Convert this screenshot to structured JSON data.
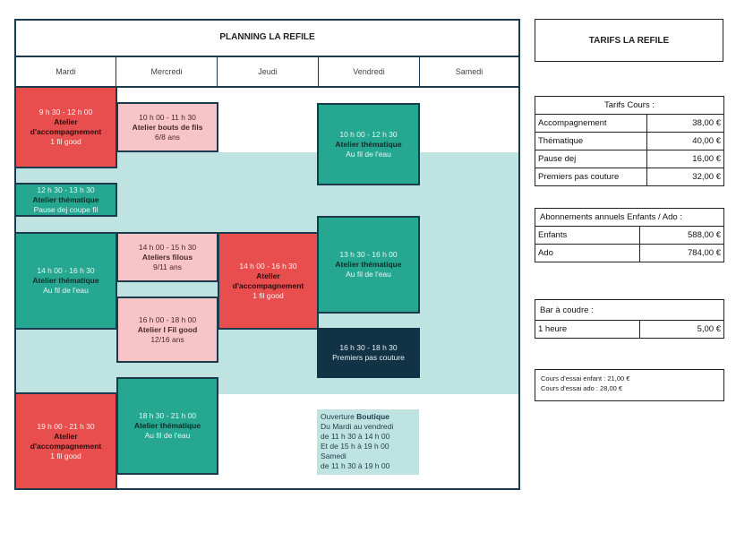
{
  "planning": {
    "title": "PLANNING LA REFILE",
    "days": [
      "Mardi",
      "Mercredi",
      "Jeudi",
      "Vendredi",
      "Samedi"
    ],
    "events": [
      {
        "time": "9 h 30 - 12 h 00",
        "name": "Atelier d'accompagnement",
        "detail": "1 fil good",
        "color": "#e84e4e"
      },
      {
        "time": "10 h 00 - 11 h 30",
        "name": "Atelier bouts de fils",
        "detail": "6/8 ans",
        "color": "#f7c5c7"
      },
      {
        "time": "10 h 00 - 12 h 30",
        "name": "Atelier thématique",
        "detail": "Au fil de l'eau",
        "color": "#26a791"
      },
      {
        "time": "12 h 30 - 13 h 30",
        "name": "Atelier thématique",
        "detail": "Pause dej coupe fil",
        "color": "#26a791"
      },
      {
        "time": "14 h 00 - 16 h 30",
        "name": "Atelier thématique",
        "detail": "Au fil de l'eau",
        "color": "#26a791"
      },
      {
        "time": "14 h 00 - 15 h 30",
        "name": "Ateliers filous",
        "detail": "9/11 ans",
        "color": "#f7c5c7"
      },
      {
        "time": "14 h 00 - 16 h 30",
        "name": "Atelier d'accompagnement",
        "detail": "1 fil good",
        "color": "#e84e4e"
      },
      {
        "time": "13 h 30 - 16 h 00",
        "name": "Atelier thématique",
        "detail": "Au fil de l'eau",
        "color": "#26a791"
      },
      {
        "time": "16 h 00 - 18 h 00",
        "name": "Atelier I Fil good",
        "detail": "12/16 ans",
        "color": "#f7c5c7"
      },
      {
        "time": "16 h 30 - 18 h 30",
        "name": "",
        "detail": "Premiers pas couture",
        "color": "#123246"
      },
      {
        "time": "19 h 00 - 21 h 30",
        "name": "Atelier d'accompagnement",
        "detail": "1 fil good",
        "color": "#e84e4e"
      },
      {
        "time": "18 h 30 - 21 h 00",
        "name": "Atelier thématique",
        "detail": "Au fil de l'eau",
        "color": "#26a791"
      }
    ],
    "boutique": {
      "prefix": "Ouverture ",
      "bold": "Boutique",
      "lines": [
        " Du Mardi au vendredi",
        "de 11 h 30 à 14 h 00",
        "Et de 15 h à 19 h 00",
        "Samedi",
        " de 11 h 30 à 19 h 00"
      ]
    }
  },
  "tarifs": {
    "title": "TARIFS LA REFILE",
    "cours": {
      "header": "Tarifs Cours :",
      "rows": [
        {
          "label": "Accompagnement",
          "price": "38,00  €"
        },
        {
          "label": "Thématique",
          "price": "40,00  €"
        },
        {
          "label": "Pause dej",
          "price": "16,00  €"
        },
        {
          "label": "Premiers pas couture",
          "price": "32,00  €"
        }
      ]
    },
    "abonnements": {
      "header": "Abonnements annuels Enfants / Ado :",
      "rows": [
        {
          "label": "Enfants",
          "price": "588,00  €"
        },
        {
          "label": "Ado",
          "price": "784,00      €"
        }
      ]
    },
    "bar": {
      "header": "Bar à coudre :",
      "rows": [
        {
          "label": "1 heure",
          "price": "5,00  €"
        }
      ]
    },
    "essai": {
      "enfant": "Cours d'essai enfant : 21,00 €",
      "ado": "Cours d'essai ado : 28,00 €"
    }
  }
}
